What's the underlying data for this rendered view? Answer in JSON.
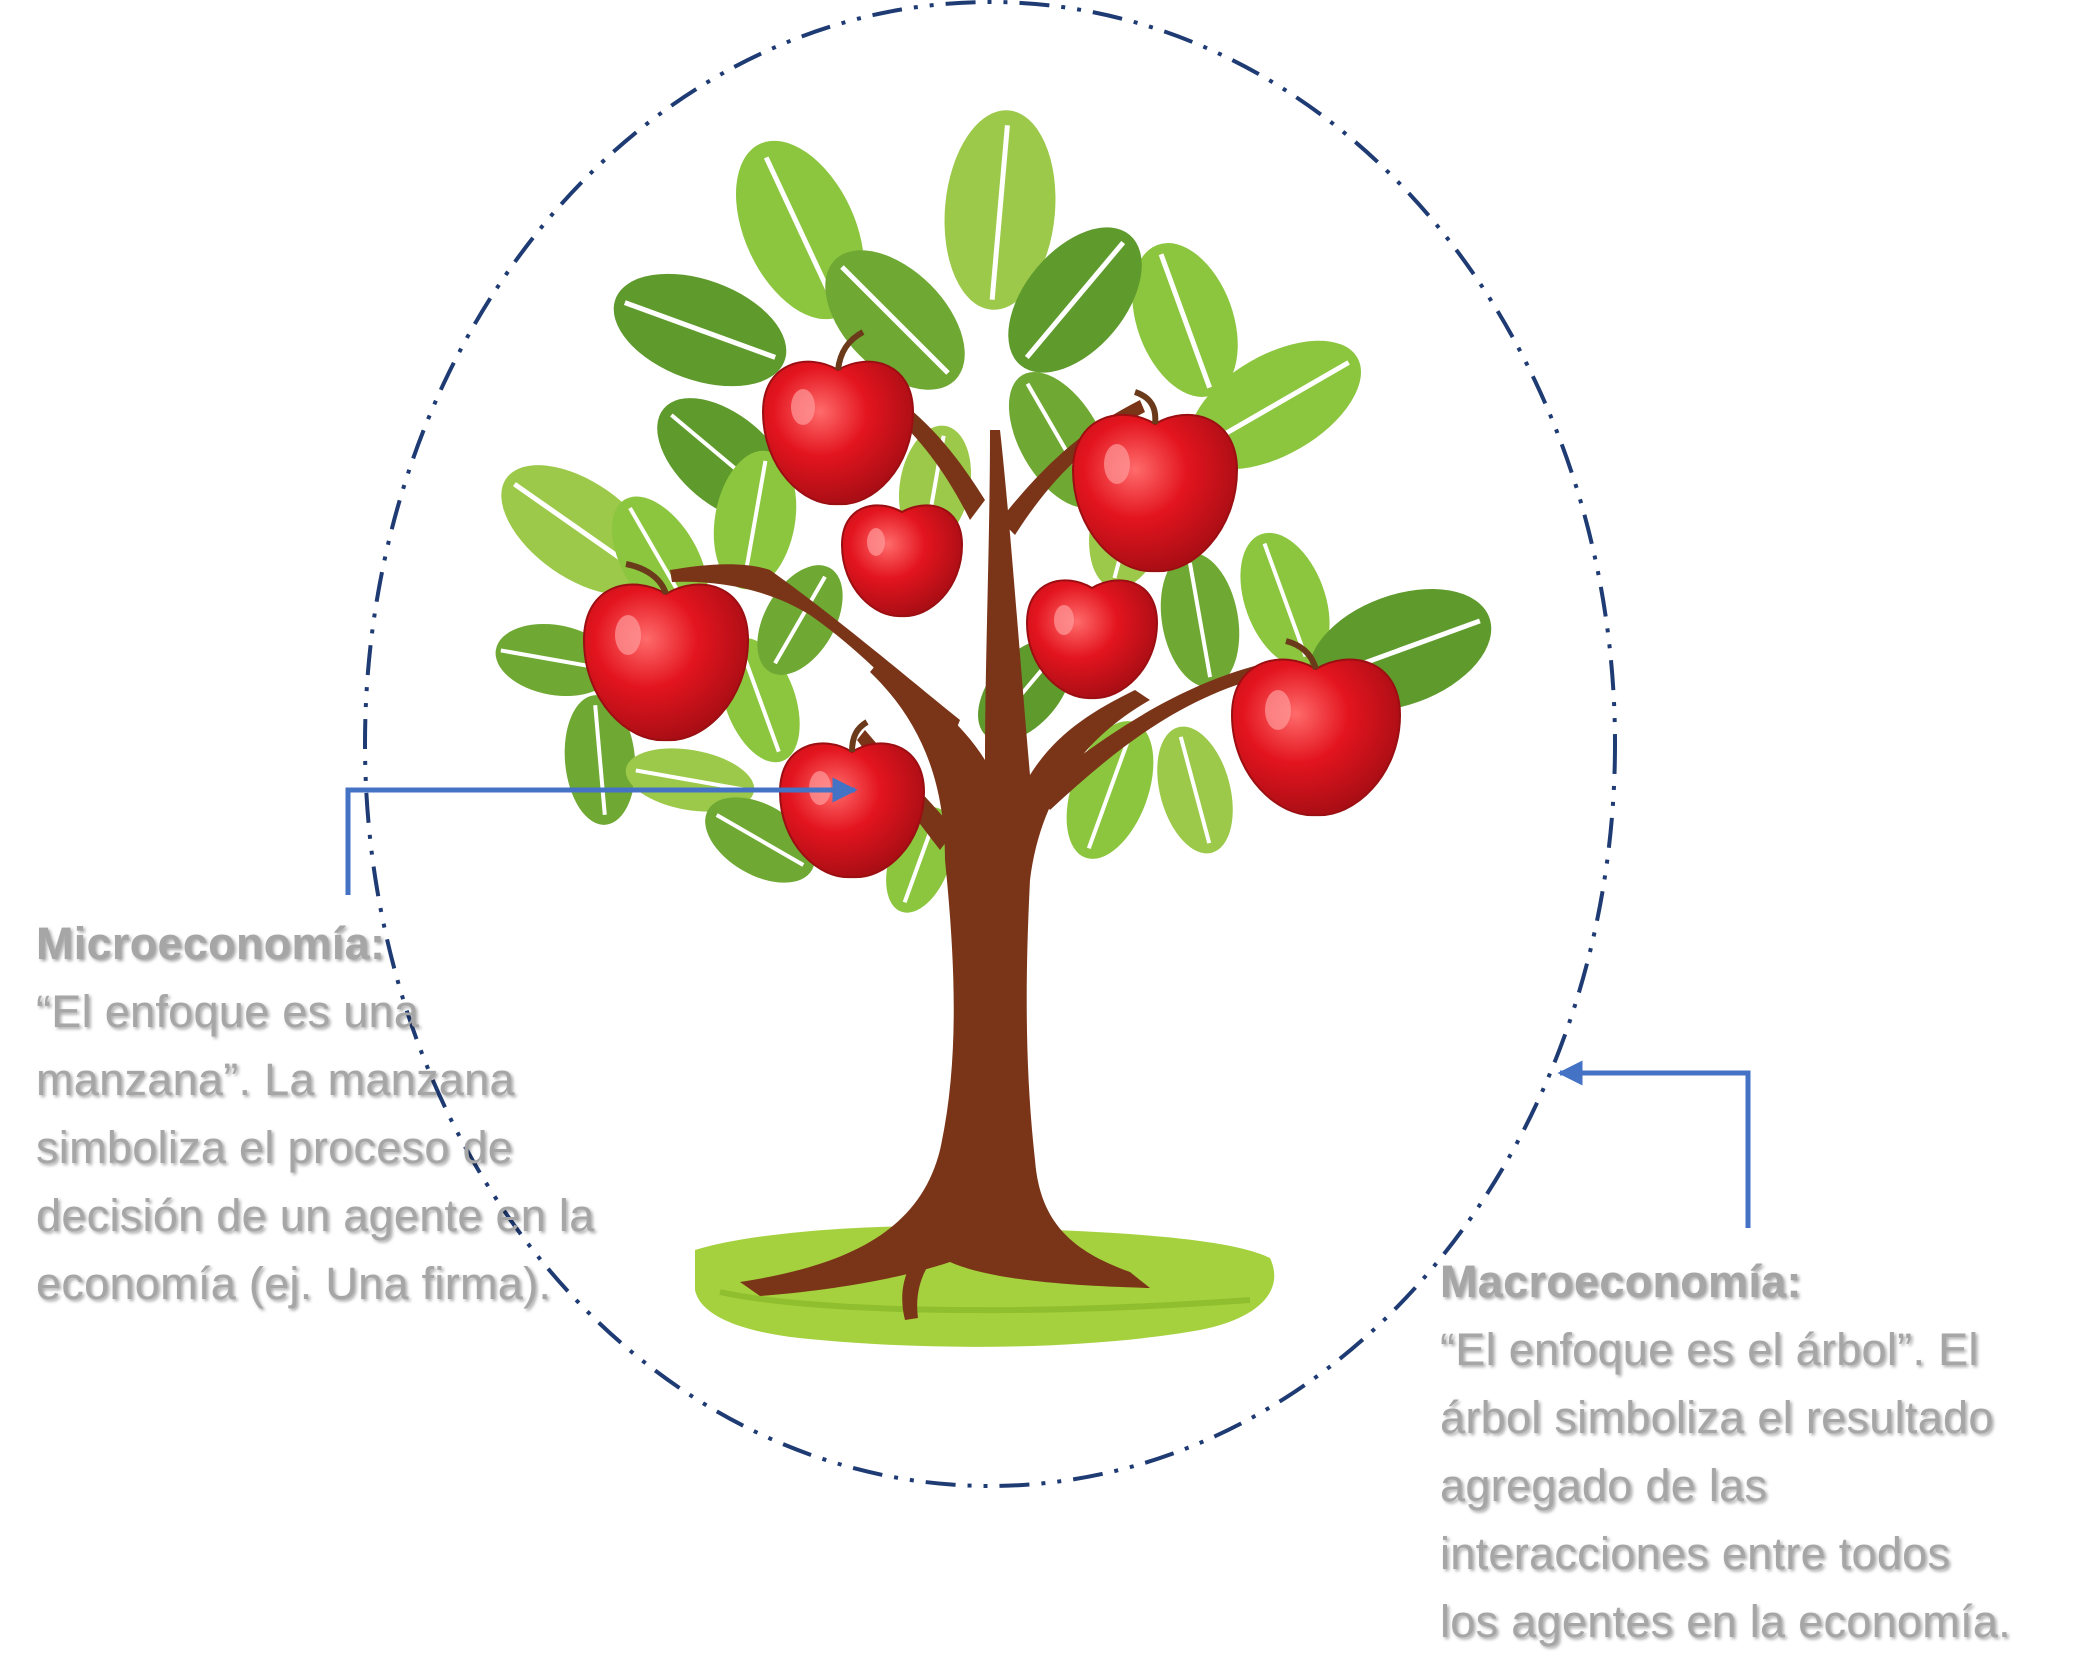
{
  "micro": {
    "title": "Microeconomía:",
    "lines": [
      "“El enfoque es una",
      "manzana”. La manzana",
      "simboliza el proceso de",
      "decisión de un agente en la",
      "economía (ej. Una firma)."
    ]
  },
  "macro": {
    "title": "Macroeconomía:",
    "lines": [
      "“El enfoque es el árbol”. El",
      "árbol simboliza el resultado",
      "agregado de las",
      "interacciones entre todos",
      "los agentes en la economía."
    ]
  },
  "colors": {
    "text": "#a6a6a6",
    "arrow": "#4472c4",
    "circle": "#1f3b73",
    "leaf_light": "#9cc94a",
    "leaf_dark": "#5f9a2c",
    "apple": "#e0141e",
    "trunk": "#7a3518",
    "grass": "#a6d13f"
  },
  "icons": {
    "tree": "apple-tree-illustration"
  }
}
